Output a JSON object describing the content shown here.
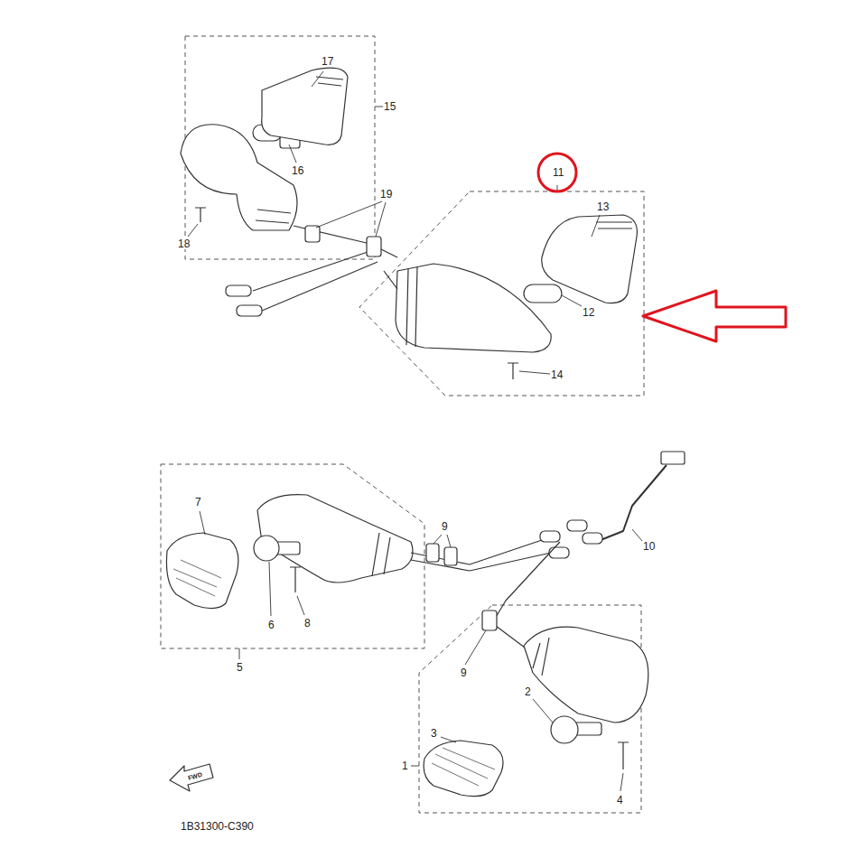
{
  "diagram": {
    "labels": [
      "17",
      "15",
      "16",
      "19",
      "11",
      "13",
      "18",
      "12",
      "14",
      "7",
      "9",
      "10",
      "6",
      "8",
      "5",
      "9",
      "2",
      "3",
      "1",
      "4",
      "FWD",
      "1B31300-C390"
    ]
  }
}
